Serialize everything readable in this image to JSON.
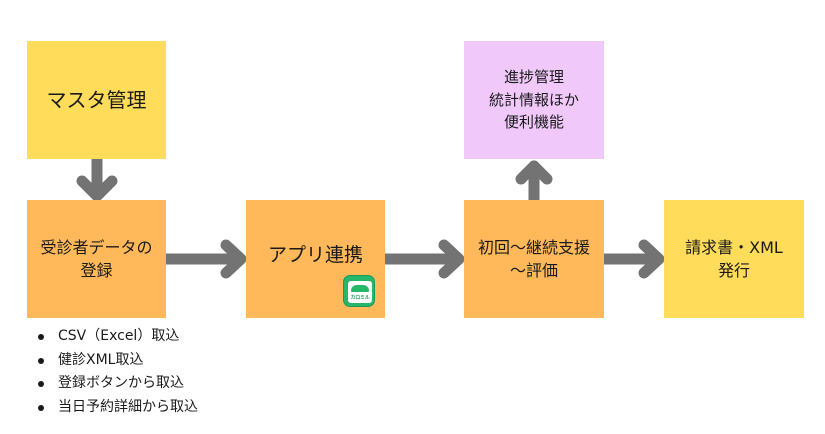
{
  "diagram": {
    "title": "",
    "nodes": [
      {
        "id": "master",
        "label": "マスタ管理",
        "color": "#ffdc5a"
      },
      {
        "id": "register",
        "label": "受診者データの\n登録",
        "color": "#ffb95a"
      },
      {
        "id": "app",
        "label": "アプリ連携",
        "color": "#ffb95a",
        "icon": "app-icon",
        "icon_text": "カロミル"
      },
      {
        "id": "support",
        "label": "初回〜継続支援\n〜評価",
        "color": "#ffb95a"
      },
      {
        "id": "progress",
        "label": "進捗管理\n統計情報ほか\n便利機能",
        "color": "#f0c8fa"
      },
      {
        "id": "invoice",
        "label": "請求書・XML\n発行",
        "color": "#ffdc5a"
      }
    ],
    "edges": [
      {
        "from": "master",
        "to": "register",
        "direction": "down"
      },
      {
        "from": "register",
        "to": "app",
        "direction": "right"
      },
      {
        "from": "app",
        "to": "support",
        "direction": "right"
      },
      {
        "from": "support",
        "to": "progress",
        "direction": "up"
      },
      {
        "from": "support",
        "to": "invoice",
        "direction": "right"
      }
    ],
    "arrow_color": "#737373",
    "import_methods": [
      "CSV（Excel）取込",
      "健診XML取込",
      "登録ボタンから取込",
      "当日予約詳細から取込"
    ]
  }
}
